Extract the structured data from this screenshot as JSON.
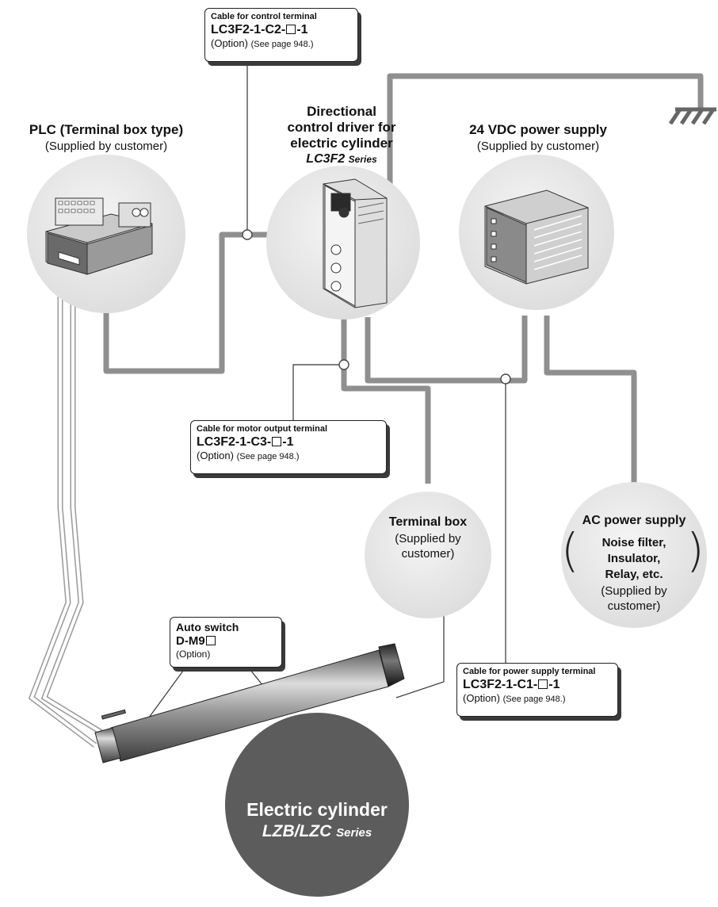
{
  "plc": {
    "title": "PLC (Terminal box type)",
    "subtitle": "(Supplied by customer)"
  },
  "driver": {
    "line1": "Directional",
    "line2": "control driver for",
    "line3": "electric cylinder",
    "series_name": "LC3F2",
    "series_word": "Series"
  },
  "power24": {
    "title": "24 VDC power supply",
    "subtitle": "(Supplied by customer)"
  },
  "terminal_box": {
    "title": "Terminal box",
    "sub1": "(Supplied by",
    "sub2": "customer)"
  },
  "ac_power": {
    "title": "AC power supply",
    "item1": "Noise filter,",
    "item2": "Insulator,",
    "item3": "Relay, etc.",
    "sub1": "(Supplied by",
    "sub2": "customer)"
  },
  "cylinder": {
    "title": "Electric cylinder",
    "series_name": "LZB/LZC",
    "series_word": "Series"
  },
  "callouts": {
    "control": {
      "label": "Cable for control terminal",
      "part_prefix": "LC3F2-1-C2-",
      "part_suffix": "-1",
      "option": "(Option)",
      "page": "(See page 948.)"
    },
    "motor": {
      "label": "Cable for motor output terminal",
      "part_prefix": "LC3F2-1-C3-",
      "part_suffix": "-1",
      "option": "(Option)",
      "page": "(See page 948.)"
    },
    "power": {
      "label": "Cable for power supply terminal",
      "part_prefix": "LC3F2-1-C1-",
      "part_suffix": "-1",
      "option": "(Option)",
      "page": "(See page 948.)"
    },
    "auto_switch": {
      "label": "Auto switch",
      "part": "D-M9",
      "option": "(Option)"
    }
  }
}
